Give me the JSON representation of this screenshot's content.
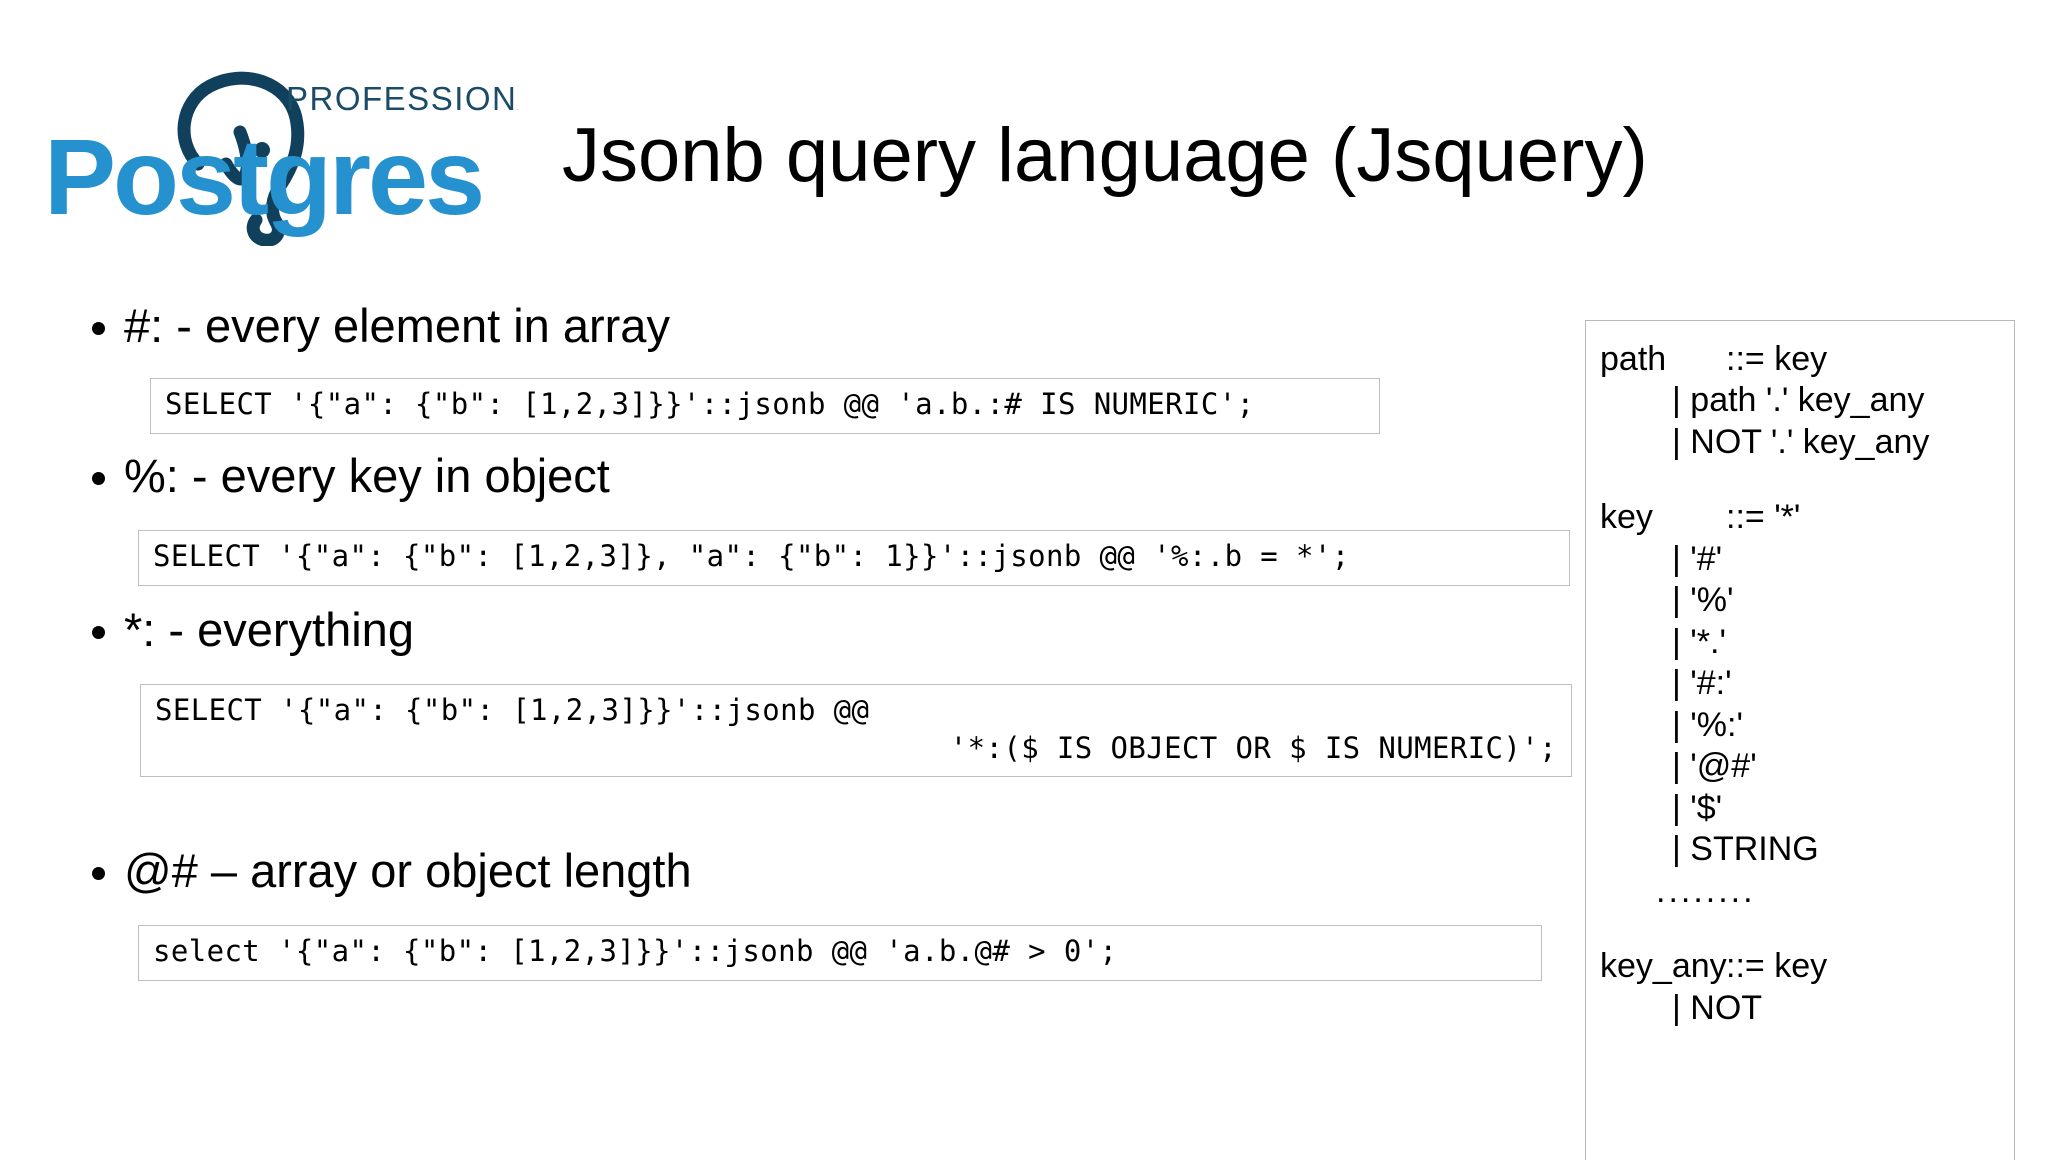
{
  "slide": {
    "title": "Jsonb query language (Jsquery)",
    "logo": {
      "wordmark": "Postgres",
      "tagline": "PROFESSIONAL",
      "wordmark_color": "#2591ce",
      "mark_color": "#0e3a56",
      "alt": "postgres-professional-logo"
    }
  },
  "bullets": [
    {
      "label": "#:  - every element in array",
      "code": [
        "SELECT '{\"a\": {\"b\": [1,2,3]}}'::jsonb @@ 'a.b.:# IS NUMERIC';"
      ]
    },
    {
      "label": "%: - every key in object",
      "code": [
        "SELECT '{\"a\": {\"b\": [1,2,3]}, \"a\": {\"b\": 1}}'::jsonb @@ '%:.b = *';"
      ]
    },
    {
      "label": "*: - everything",
      "code": [
        "SELECT '{\"a\": {\"b\": [1,2,3]}}'::jsonb @@",
        "'*:($ IS OBJECT OR $ IS NUMERIC)';"
      ]
    },
    {
      "label": "@# – array or object length",
      "code": [
        "select '{\"a\": {\"b\": [1,2,3]}}'::jsonb @@ 'a.b.@# > 0';"
      ]
    }
  ],
  "grammar": {
    "rules": [
      {
        "lhs": "path",
        "op": "::= key",
        "alternatives": [
          "| path '.' key_any",
          "| NOT '.' key_any"
        ]
      },
      {
        "lhs": "key",
        "op": "::= '*'",
        "alternatives": [
          "| '#'",
          "| '%'",
          "| '*.'",
          "| '#:'",
          "| '%:'",
          "| '@#'",
          "| '$'",
          "| STRING"
        ],
        "ellipsis": "........"
      },
      {
        "lhs": "key_any",
        "op": "::= key",
        "alternatives": [
          "| NOT"
        ]
      }
    ]
  }
}
